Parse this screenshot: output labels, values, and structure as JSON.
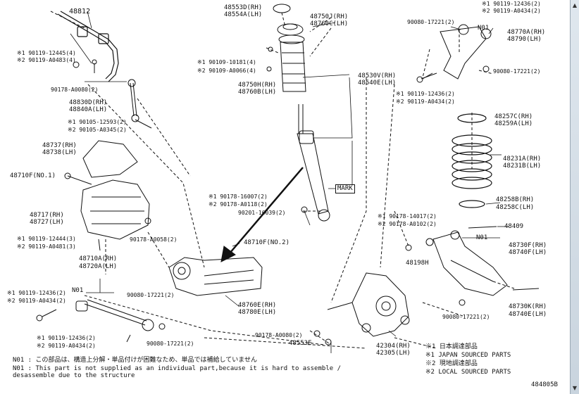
{
  "labels": {
    "p48812": "48812",
    "p48553d": "48553D(RH)",
    "p48554a": "48554A(LH)",
    "p48750j": "48750J(RH)",
    "p48760c": "48760C(LH)",
    "top_r1": "※1 90119-12436(2)",
    "top_r2": "※2 90119-A0434(2)",
    "p90080_tr": "90080-17221(2)",
    "n01_tr": "N01",
    "p48770a": "48770A(RH)",
    "p48790": "48790(LH)",
    "stab_1": "※1 90119-12445(4)",
    "stab_2": "※2 90119-A0483(4)",
    "sh_1": "※1 90109-10181(4)",
    "sh_2": "※2 90109-A0066(4)",
    "p90080_tr2": "90080-17221(2)",
    "p90178_a0080": "90178-A0080(2)",
    "p48750h": "48750H(RH)",
    "p48760b": "48760B(LH)",
    "p48530v": "48530V(RH)",
    "p48540e": "48540E(LH)",
    "p48830d": "48830D(RH)",
    "p48840a": "48840A(LH)",
    "mid_r1": "※1 90119-12436(2)",
    "mid_r2": "※2 90119-A0434(2)",
    "link_1": "※1 90105-12593(2)",
    "link_2": "※2 90105-A0345(2)",
    "p48257c": "48257C(RH)",
    "p48259a": "48259A(LH)",
    "p48737": "48737(RH)",
    "p48738": "48738(LH)",
    "p48231a": "48231A(RH)",
    "p48231b": "48231B(LH)",
    "p48710f_no1": "48710F(NO.1)",
    "mark": "MARK",
    "p48258b": "48258B(RH)",
    "p48258c": "48258C(LH)",
    "shk_1": "※1 90178-16007(2)",
    "shk_2": "※2 90178-A0118(2)",
    "p90201": "90201-16039(2)",
    "p48717": "48717(RH)",
    "p48727": "48727(LH)",
    "lr_1": "※1 90178-14017(2)",
    "lr_2": "※2 90178-A0102(2)",
    "p48409": "48409",
    "n01_r": "N01",
    "p90178_a0058": "90178-A0058(2)",
    "arm_1": "※1 90119-12444(3)",
    "arm_2": "※2 90119-A0481(3)",
    "p48710f_no2": "48710F(NO.2)",
    "p48730f": "48730F(RH)",
    "p48740f": "48740F(LH)",
    "p48198h": "48198H",
    "p48710a": "48710A(RH)",
    "p48720a": "48720A(LH)",
    "tl_1": "※1 90119-12436(2)",
    "tl_2": "※2 90119-A0434(2)",
    "n01_l": "N01",
    "p90080_l": "90080-17221(2)",
    "p48760e": "48760E(RH)",
    "p48780e": "48780E(LH)",
    "p48730k": "48730K(RH)",
    "p48740e": "48740E(LH)",
    "p90080_br": "90080-17221(2)",
    "p90178_a0080b": "90178-A0080(2)",
    "p48553e": "48553E",
    "bl_1": "※1 90119-12436(2)",
    "bl_2": "※2 90119-A0434(2)",
    "p90080_bl": "90080-17221(2)",
    "p42304": "42304(RH)",
    "p42305": "42305(LH)"
  },
  "legend": {
    "s1_jp": "※1 日本調達部品",
    "s1_en": "※1 JAPAN SOURCED PARTS",
    "s2_jp": "※2 現地調達部品",
    "s2_en": "※2 LOCAL SOURCED PARTS"
  },
  "notes": {
    "n01_jp": "N01 : この部品は、構造上分解・単品付けが困難なため、単品では補給していません",
    "n01_en_1": "N01 : This part is not supplied as an individual part,because it is hard to assemble /",
    "n01_en_2": "      desassemble due to the structure"
  },
  "figure_id": "484805B"
}
